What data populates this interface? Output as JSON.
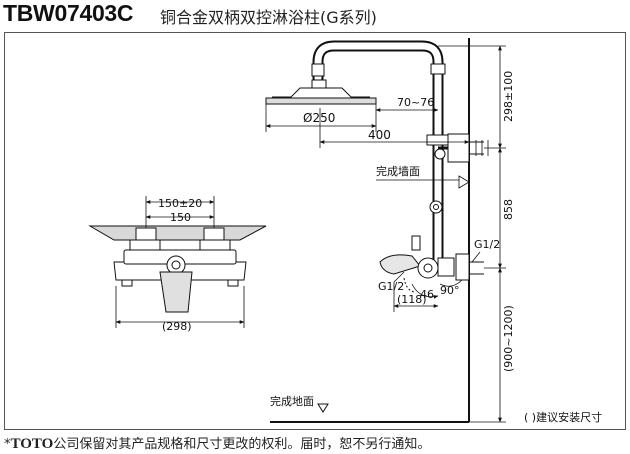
{
  "header": {
    "model": "TBW07403C",
    "title": "铜合金双柄双控淋浴柱(G系列)"
  },
  "dimensions": {
    "head_diameter": "Ø250",
    "arm_reach": "400",
    "head_offset": "70~76",
    "top_height": "298±100",
    "mid_height": "858",
    "bottom_height": "(900~1200)",
    "valve_centers_tol": "150±20",
    "valve_centers": "150",
    "valve_width": "(298)",
    "spout_reach": "(118)",
    "angle_46": "46",
    "angle_90": "90°",
    "thread_left": "G1/2",
    "thread_right": "G1/2"
  },
  "labels": {
    "finished_wall": "完成墙面",
    "finished_floor": "完成地面",
    "install_note": "(  )建议安装尺寸"
  },
  "footer": {
    "symbol": "*",
    "brand": "TOTO",
    "text": "公司保留对其产品规格和尺寸更改的权利。届时，恕不另行通知。"
  }
}
